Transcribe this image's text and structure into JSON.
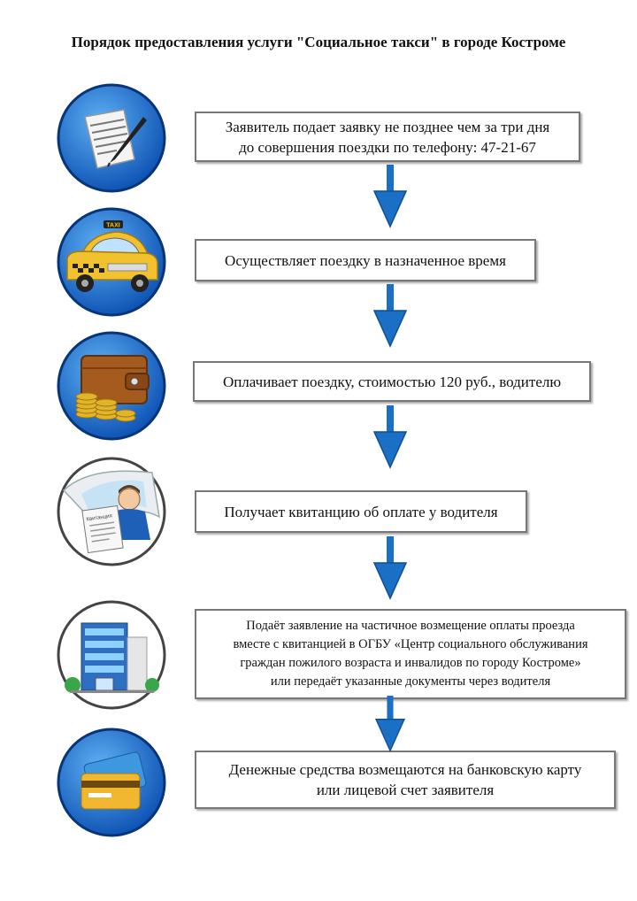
{
  "title": "Порядок предоставления услуги \"Социальное такси\" в городе Костроме",
  "steps": [
    {
      "icon": "document-pen-icon",
      "lines": [
        "Заявитель подает заявку не позднее чем за три дня",
        "до совершения поездки по телефону: 47-21-67"
      ]
    },
    {
      "icon": "taxi-car-icon",
      "lines": [
        "Осуществляет поездку в назначенное время"
      ]
    },
    {
      "icon": "wallet-coins-icon",
      "lines": [
        "Оплачивает поездку, стоимостью 120 руб., водителю"
      ]
    },
    {
      "icon": "driver-receipt-icon",
      "lines": [
        "Получает квитанцию об оплате у водителя"
      ]
    },
    {
      "icon": "office-building-icon",
      "lines": [
        "Подаёт заявление на частичное возмещение оплаты проезда",
        "вместе с квитанцией в ОГБУ «Центр социального обслуживания",
        "граждан пожилого возраста и инвалидов по городу Костроме»",
        "или передаёт указанные документы через водителя"
      ]
    },
    {
      "icon": "bank-card-icon",
      "lines": [
        "Денежные средства возмещаются на банковскую карту",
        "или лицевой счет заявителя"
      ]
    }
  ],
  "taxi_sign": "TAXI",
  "receipt_label": "Квитанция",
  "colors": {
    "circle": "#1a6fd1",
    "arrow": "#1b6fc4",
    "box_border": "#777777"
  }
}
